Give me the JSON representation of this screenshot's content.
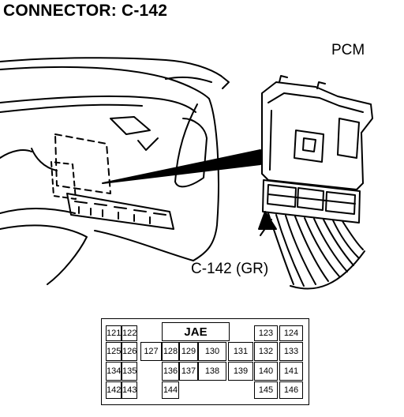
{
  "title": "CONNECTOR: C-142",
  "labels": {
    "pcm": "PCM",
    "connector": "C-142 (GR)"
  },
  "pin_table": {
    "header": "JAE",
    "rows": [
      [
        "121",
        "122",
        "",
        "",
        "",
        "",
        "",
        "",
        "123",
        "124"
      ],
      [
        "125",
        "126",
        "127",
        "128",
        "129",
        "130",
        "131",
        "132",
        "133"
      ],
      [
        "134",
        "135",
        "",
        "136",
        "137",
        "138",
        "139",
        "140",
        "141"
      ],
      [
        "142",
        "143",
        "",
        "144",
        "",
        "",
        "",
        "145",
        "146"
      ]
    ]
  }
}
